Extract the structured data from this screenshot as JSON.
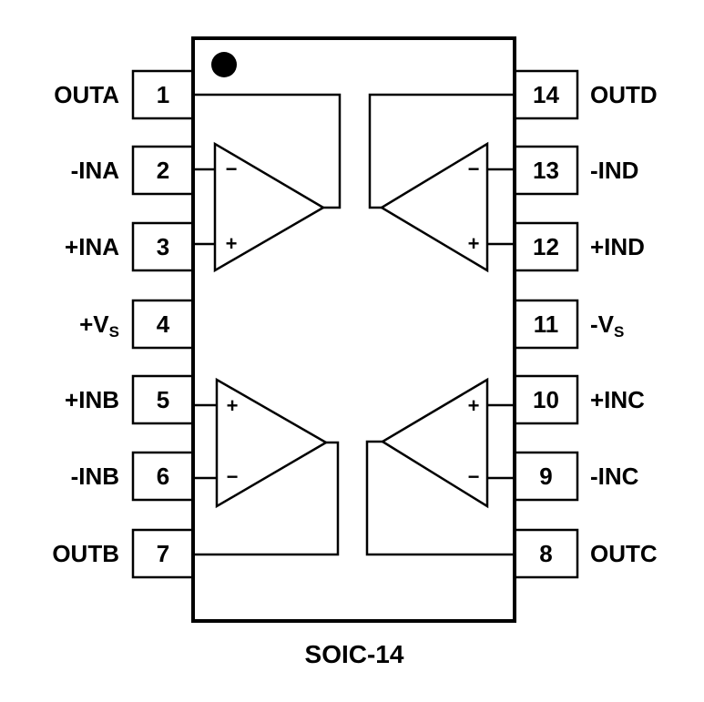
{
  "package": {
    "name": "SOIC-14",
    "colors": {
      "line": "#000000",
      "background": "#ffffff"
    }
  },
  "pins_left": [
    {
      "number": "1",
      "name": "OUTA"
    },
    {
      "number": "2",
      "name": "-INA"
    },
    {
      "number": "3",
      "name": "+INA"
    },
    {
      "number": "4",
      "name": "+V",
      "sub": "S"
    },
    {
      "number": "5",
      "name": "+INB"
    },
    {
      "number": "6",
      "name": "-INB"
    },
    {
      "number": "7",
      "name": "OUTB"
    }
  ],
  "pins_right": [
    {
      "number": "14",
      "name": "OUTD"
    },
    {
      "number": "13",
      "name": "-IND"
    },
    {
      "number": "12",
      "name": "+IND"
    },
    {
      "number": "11",
      "name": "-V",
      "sub": "S"
    },
    {
      "number": "10",
      "name": "+INC"
    },
    {
      "number": "9",
      "name": "-INC"
    },
    {
      "number": "8",
      "name": "OUTC"
    }
  ],
  "amplifiers": [
    {
      "id": "A",
      "top_input": "−",
      "bottom_input": "+"
    },
    {
      "id": "B",
      "top_input": "+",
      "bottom_input": "−"
    },
    {
      "id": "C",
      "top_input": "+",
      "bottom_input": "−"
    },
    {
      "id": "D",
      "top_input": "−",
      "bottom_input": "+"
    }
  ]
}
